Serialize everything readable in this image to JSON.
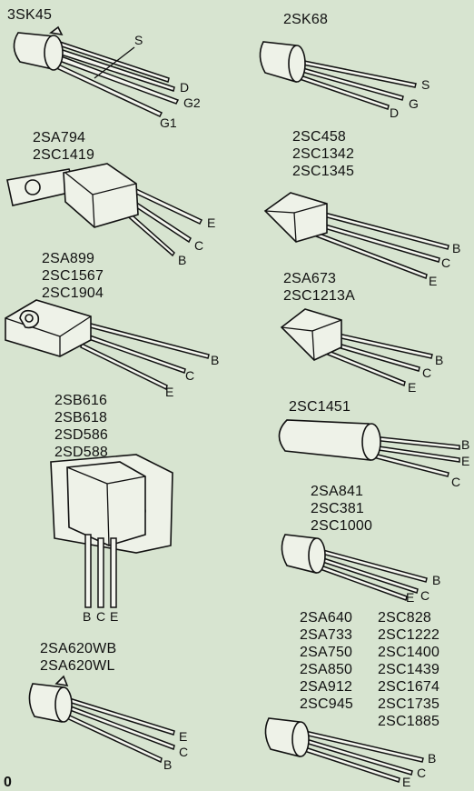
{
  "parts": {
    "p1": {
      "labels": [
        "3SK45"
      ],
      "pins": [
        "S",
        "D",
        "G2",
        "G1"
      ]
    },
    "p2": {
      "labels": [
        "2SK68"
      ],
      "pins": [
        "S",
        "D",
        "G"
      ]
    },
    "p3": {
      "labels": [
        "2SA794",
        "2SC1419"
      ],
      "pins": [
        "E",
        "C",
        "B"
      ]
    },
    "p4": {
      "labels": [
        "2SC458",
        "2SC1342",
        "2SC1345"
      ],
      "pins": [
        "B",
        "C",
        "E"
      ]
    },
    "p5": {
      "labels": [
        "2SA899",
        "2SC1567",
        "2SC1904"
      ],
      "pins": [
        "B",
        "C",
        "E"
      ]
    },
    "p6": {
      "labels": [
        "2SA673",
        "2SC1213A"
      ],
      "pins": [
        "B",
        "C",
        "E"
      ]
    },
    "p7": {
      "labels": [
        "2SB616",
        "2SB618",
        "2SD586",
        "2SD588"
      ],
      "pins": [
        "B",
        "C",
        "E"
      ]
    },
    "p8": {
      "labels": [
        "2SC1451"
      ],
      "pins": [
        "B",
        "E",
        "C"
      ]
    },
    "p9": {
      "labels": [
        "2SA841",
        "2SC381",
        "2SC1000"
      ],
      "pins": [
        "B",
        "E",
        "C"
      ]
    },
    "p10": {
      "labels": [
        "2SA620WB",
        "2SA620WL"
      ],
      "pins": [
        "E",
        "C",
        "B"
      ]
    },
    "p11": {
      "labels_left": [
        "2SA640",
        "2SA733",
        "2SA750",
        "2SA850",
        "2SA912",
        "2SC945"
      ],
      "labels_right": [
        "2SC828",
        "2SC1222",
        "2SC1400",
        "2SC1439",
        "2SC1674",
        "2SC1735",
        "2SC1885"
      ],
      "pins": [
        "B",
        "C",
        "E"
      ]
    }
  },
  "page_number": "0"
}
